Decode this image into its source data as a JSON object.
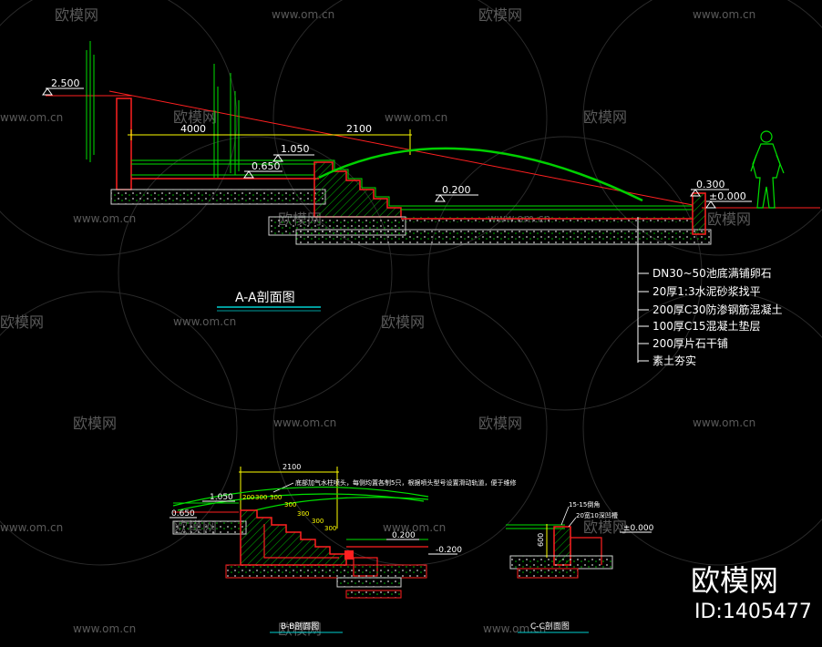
{
  "watermark": {
    "brand": "欧模网",
    "url": "www.om.cn"
  },
  "section_aa": {
    "title": "A-A剖面图",
    "elev_2500": "2.500",
    "dim_4000": "4000",
    "dim_2100": "2100",
    "elev_1050": "1.050",
    "elev_0650": "0.650",
    "elev_0200": "0.200",
    "elev_0300": "0.300",
    "elev_0000": "±0.000",
    "notes": [
      "DN30~50池底满铺卵石",
      "20厚1:3水泥砂浆找平",
      "200厚C30防渗钢筋混凝土",
      "100厚C15混凝土垫层",
      "200厚片石干铺",
      "素土夯实"
    ]
  },
  "section_bb": {
    "title": "B-B剖面图",
    "dim_2100": "2100",
    "note": "底部加气水柱喷头，每侧均置各制5只，根据喷头型号设置滑动轨道，便于维修",
    "elev_1050": "1.050",
    "elev_0650": "0.650",
    "elev_0200": "0.200",
    "elev_m0200": "-0.200",
    "steps": [
      "200",
      "300",
      "300",
      "300",
      "300",
      "300",
      "300"
    ]
  },
  "section_cc": {
    "title": "C-C剖面图",
    "note1": "15-15倒角",
    "note2": "20宽10深凹槽",
    "dim_600": "600",
    "elev_0000": "±0.000"
  },
  "stamp": {
    "brand": "欧模网",
    "id": "ID:1405477"
  }
}
